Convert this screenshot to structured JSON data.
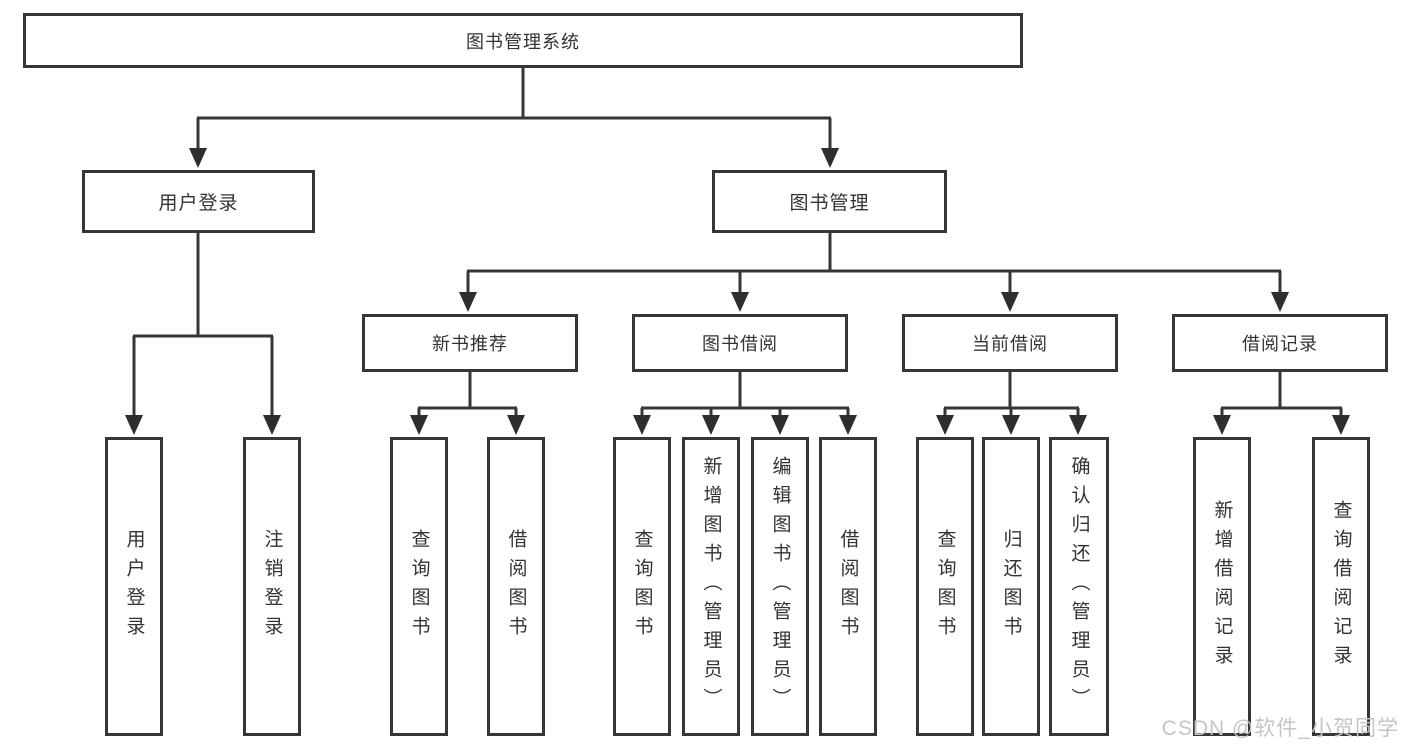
{
  "tree": {
    "label": "图书管理系统",
    "children": [
      {
        "label": "用户登录",
        "children": [
          {
            "label": "用户登录"
          },
          {
            "label": "注销登录"
          }
        ]
      },
      {
        "label": "图书管理",
        "children": [
          {
            "label": "新书推荐",
            "children": [
              {
                "label": "查询图书"
              },
              {
                "label": "借阅图书"
              }
            ]
          },
          {
            "label": "图书借阅",
            "children": [
              {
                "label": "查询图书"
              },
              {
                "label": "新增图书（管理员）"
              },
              {
                "label": "编辑图书（管理员）"
              },
              {
                "label": "借阅图书"
              }
            ]
          },
          {
            "label": "当前借阅",
            "children": [
              {
                "label": "查询图书"
              },
              {
                "label": "归还图书"
              },
              {
                "label": "确认归还（管理员）"
              }
            ]
          },
          {
            "label": "借阅记录",
            "children": [
              {
                "label": "新增借阅记录"
              },
              {
                "label": "查询借阅记录"
              }
            ]
          }
        ]
      }
    ]
  },
  "watermark": {
    "text": "CSDN @软件_小贺同学"
  },
  "colors": {
    "line": "#363636",
    "arrow": "#2e2e2e",
    "box_background": "#ffffff",
    "text": "#333333",
    "watermark": "#c5c5c5"
  }
}
